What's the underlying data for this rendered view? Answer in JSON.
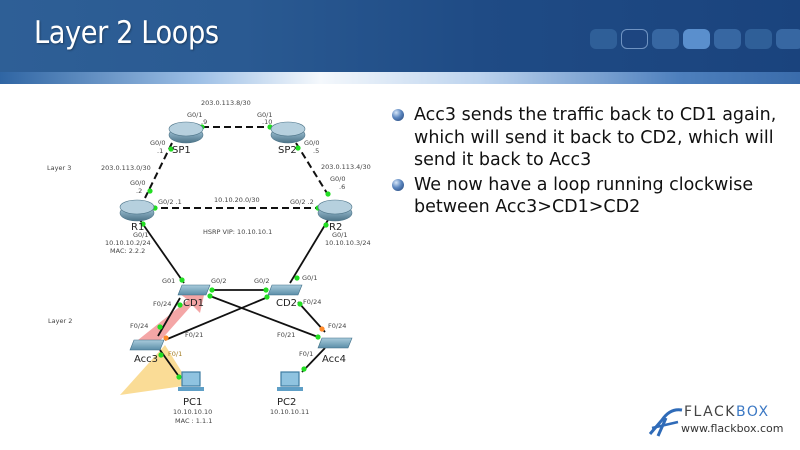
{
  "slide": {
    "title": "Layer 2 Loops",
    "nav_dots": [
      "dot",
      "outline",
      "dot",
      "bright",
      "dot",
      "dot",
      "dot"
    ]
  },
  "bullets": [
    "Acc3 sends the traffic back to CD1 again, which will send it back to CD2, which will send it back to Acc3",
    "We now have a loop running clockwise between Acc3>CD1>CD2"
  ],
  "diagram": {
    "layer_labels": {
      "layer3": "Layer 3",
      "layer2": "Layer 2"
    },
    "devices": {
      "SP1": "SP1",
      "SP2": "SP2",
      "R1": "R1",
      "R2": "R2",
      "CD1": "CD1",
      "CD2": "CD2",
      "Acc3": "Acc3",
      "Acc4": "Acc4",
      "PC1": "PC1",
      "PC2": "PC2"
    },
    "subnets": {
      "sp1_sp2": "203.0.113.8/30",
      "sp1_r1": "203.0.113.0/30",
      "sp2_r2": "203.0.113.4/30",
      "r1_r2": "10.10.20.0/30"
    },
    "hsrp_vip": "HSRP VIP: 10.10.10.1",
    "interfaces": {
      "sp1_g01": "G0/1",
      "sp1_g01_ip": ".9",
      "sp2_g01": "G0/1",
      "sp2_g01_ip": ".10",
      "sp1_g00": "G0/0",
      "sp1_g00_ip": ".1",
      "sp2_g00": "G0/0",
      "sp2_g00_ip": ".5",
      "r1_g00": "G0/0",
      "r1_g00_ip": ".2",
      "r2_g00": "G0/0",
      "r2_g00_ip": ".6",
      "r1_g02": "G0/2 .1",
      "r2_g02": "G0/2 .2",
      "r1_g01": "G0/1",
      "r2_g01": "G0/1",
      "cd1_g01": "G01",
      "cd1_g02": "G0/2",
      "cd2_g02": "G0/2",
      "cd2_g01": "G0/1",
      "cd1_f024": "F0/24",
      "cd2_f024": "F0/24",
      "acc3_f024": "F0/24",
      "acc3_f021": "F0/21",
      "acc4_f021": "F0/21",
      "acc4_f024": "F0/24",
      "acc3_f01": "F0/1",
      "acc4_f01": "F0/1"
    },
    "hosts": {
      "r1_ip": "10.10.10.2/24",
      "r1_mac": "MAC: 2.2.2",
      "r2_ip": "10.10.10.3/24",
      "pc1_ip": "10.10.10.10",
      "pc1_mac": "MAC : 1.1.1",
      "pc2_ip": "10.10.10.11"
    },
    "colors": {
      "link_up": "#22dd22",
      "link_blocking": "#ff8a2a",
      "traffic_arrow": "#f08080",
      "traffic_highlight": "#f5c040"
    }
  },
  "logo": {
    "brand_a": "FLACK",
    "brand_b": "BOX",
    "url": "www.flackbox.com"
  }
}
